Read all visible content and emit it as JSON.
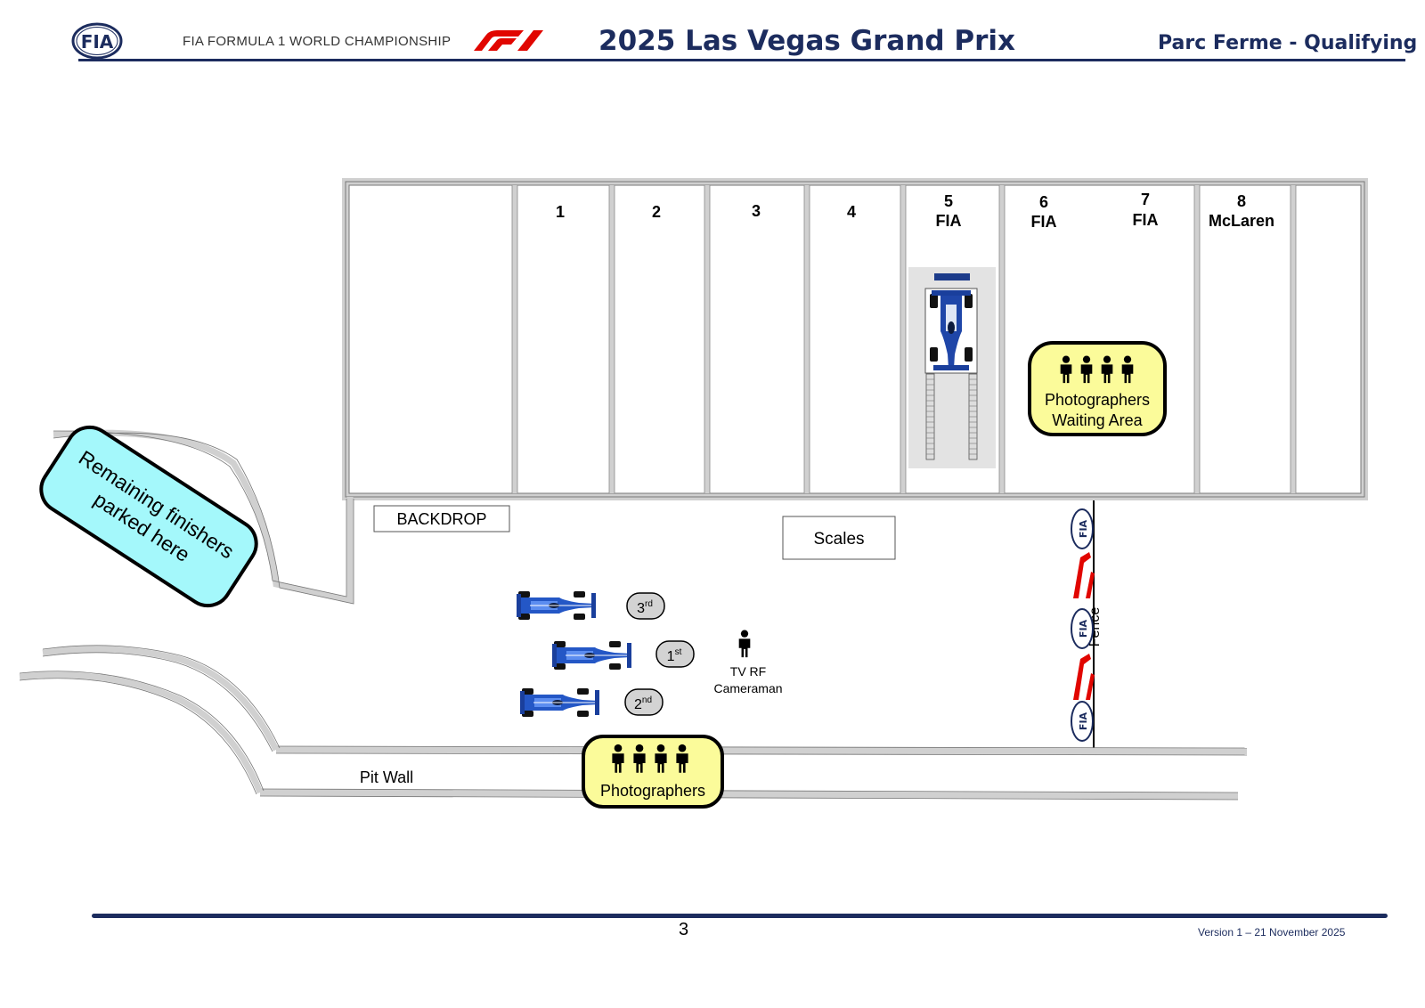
{
  "header": {
    "fia": "FIA",
    "championship": "FIA FORMULA 1 WORLD CHAMPIONSHIP",
    "title": "2025 Las Vegas Grand Prix",
    "subtitle": "Parc Ferme - Qualifying"
  },
  "bays": [
    {
      "number": "1",
      "label": ""
    },
    {
      "number": "2",
      "label": ""
    },
    {
      "number": "3",
      "label": ""
    },
    {
      "number": "4",
      "label": ""
    },
    {
      "number": "5",
      "label": "FIA"
    },
    {
      "number": "6",
      "label": "FIA"
    },
    {
      "number": "7",
      "label": "FIA"
    },
    {
      "number": "8",
      "label": "McLaren"
    }
  ],
  "areas": {
    "remaining_line1": "Remaining finishers",
    "remaining_line2": "parked here",
    "backdrop": "BACKDROP",
    "scales": "Scales",
    "waiting_line1": "Photographers",
    "waiting_line2": "Waiting Area",
    "photographers": "Photographers",
    "tv_line1": "TV RF",
    "tv_line2": "Cameraman",
    "pit_wall": "Pit Wall",
    "fence": "Fence"
  },
  "positions": [
    {
      "num": "3",
      "sup": "rd"
    },
    {
      "num": "1",
      "sup": "st"
    },
    {
      "num": "2",
      "sup": "nd"
    }
  ],
  "footer": {
    "page": "3",
    "version": "Version 1 – 21  November 2025"
  },
  "colors": {
    "navy": "#1c2c5e",
    "f1_red": "#e10600",
    "photographer_yellow": "#fbfb9a",
    "remaining_cyan": "#a4f8fb",
    "wall_gray": "#d0d0d0"
  }
}
